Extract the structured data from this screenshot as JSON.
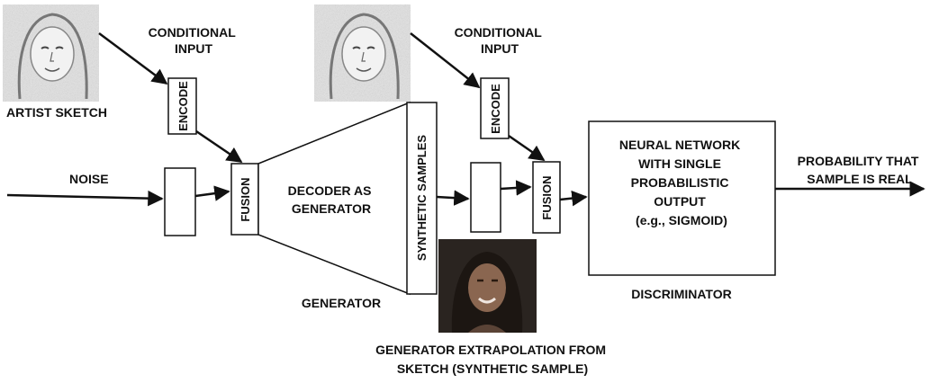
{
  "labels": {
    "conditional_input_1": [
      "CONDITIONAL",
      "INPUT"
    ],
    "conditional_input_2": [
      "CONDITIONAL",
      "INPUT"
    ],
    "artist_sketch": "ARTIST SKETCH",
    "noise": "NOISE",
    "encode_1": "ENCODE",
    "encode_2": "ENCODE",
    "fusion_1": "FUSION",
    "fusion_2": "FUSION",
    "decoder_as_generator": [
      "DECODER AS",
      "GENERATOR"
    ],
    "synthetic_samples": "SYNTHETIC SAMPLES",
    "generator": "GENERATOR",
    "neural_network": [
      "NEURAL NETWORK",
      "WITH SINGLE",
      "PROBABILISTIC",
      "OUTPUT",
      "(e.g., SIGMOID)"
    ],
    "discriminator": "DISCRIMINATOR",
    "probability_output": [
      "PROBABILITY THAT",
      "SAMPLE IS REAL"
    ],
    "generator_extrapolation": [
      "GENERATOR EXTRAPOLATION FROM",
      "SKETCH (SYNTHETIC SAMPLE)"
    ]
  },
  "images": {
    "sketch_1": "artist sketch portrait",
    "sketch_2": "artist sketch portrait",
    "synthetic_photo": "synthetic face photo"
  },
  "colors": {
    "stroke": "#111111",
    "sketch_bg": "#e2e2e2",
    "photo_bg": "#2a2420",
    "face": "#8a6650"
  }
}
